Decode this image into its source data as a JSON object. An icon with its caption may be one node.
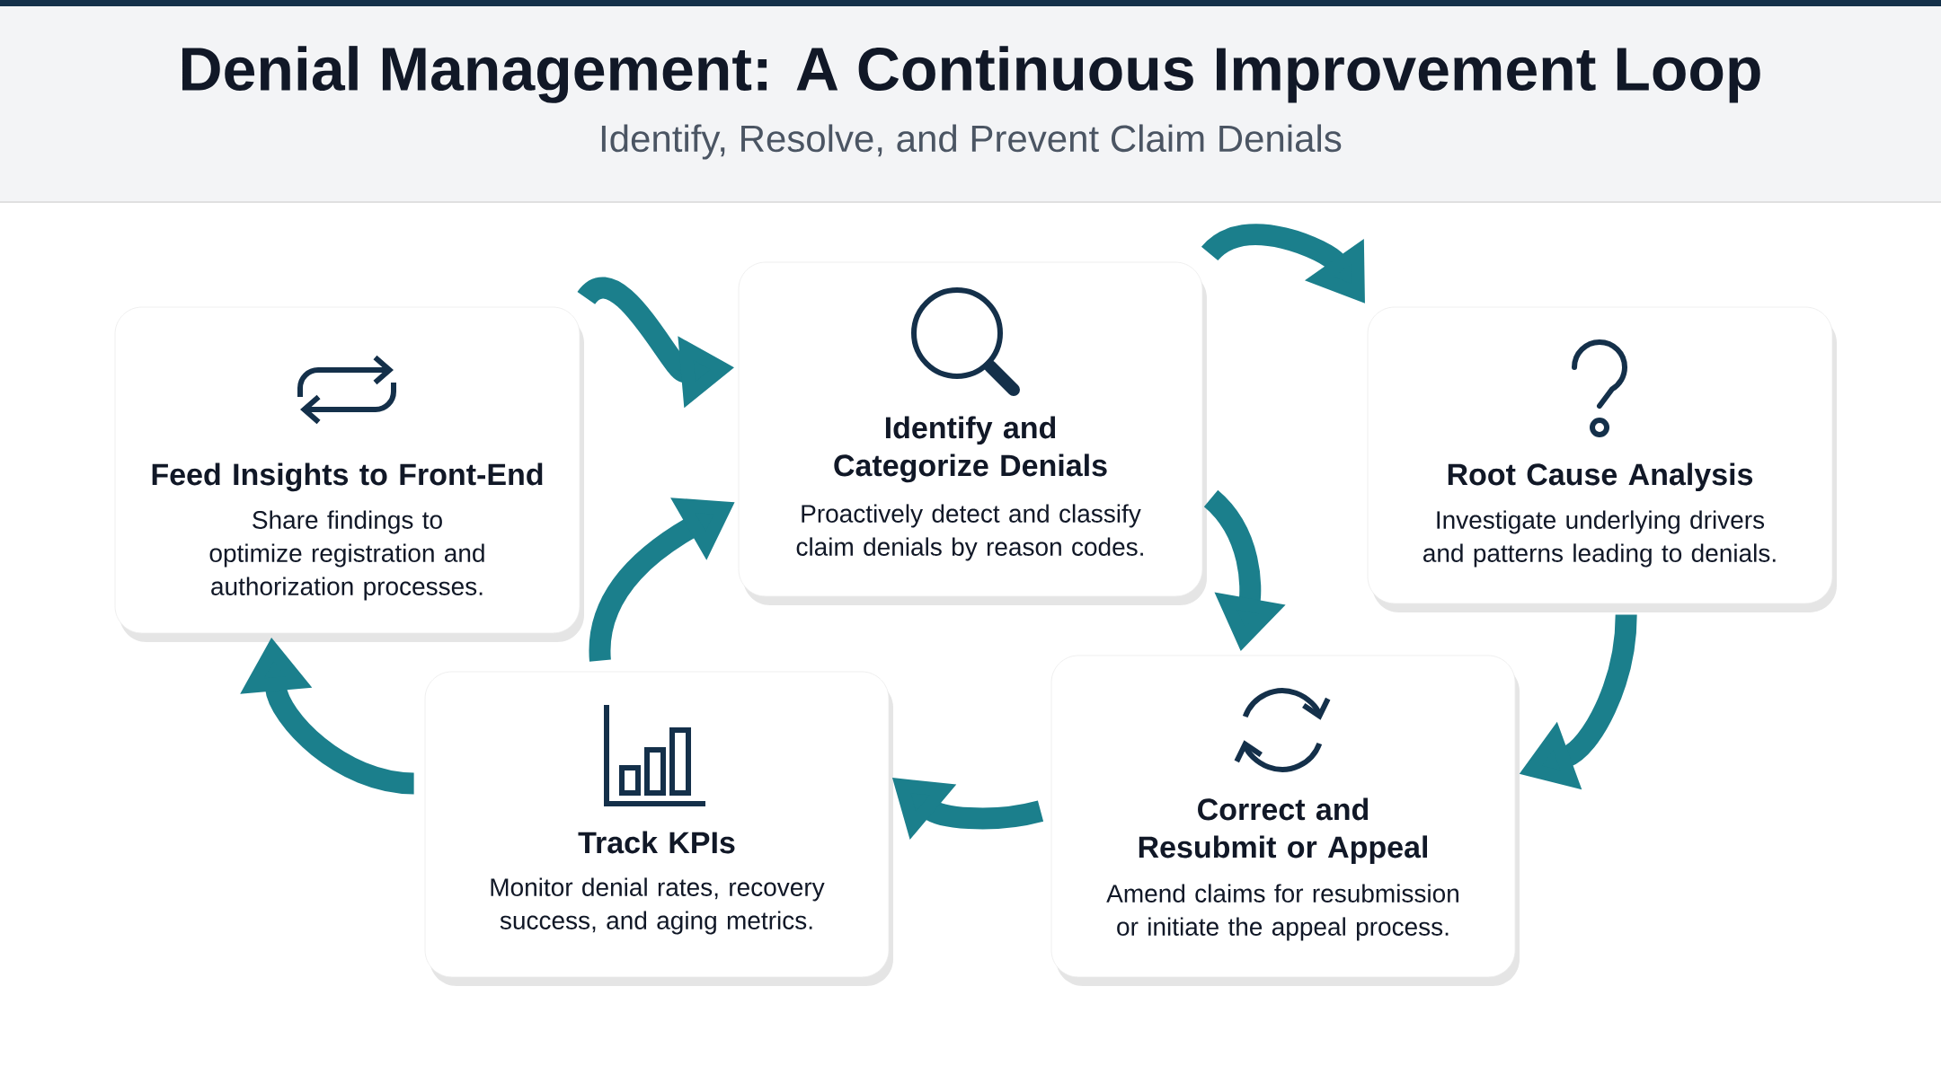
{
  "diagram": {
    "title": "Denial Management: A Continuous Improvement Loop",
    "nodes": [
      {
        "text": [
          "Feed Insights to Front-End",
          "Share findings to optimize registration and authorization processes."
        ]
      },
      {
        "text": [
          "Identify and Categorize Denials",
          "Proactively detect and classify claim denials by reason codes."
        ]
      },
      {
        "text": [
          "Root Cause Analysis",
          "Investigate underlying drivers and patterns leading to denials."
        ]
      },
      {
        "text": [
          "Track KPIs",
          "Monitor denial rates, recovery success, and aging metrics."
        ]
      },
      {
        "text": [
          "Correct and Resubmit or Appeal",
          "Amend claims for resubmission or initiate the appeal process."
        ]
      }
    ],
    "edges": [
      {
        "from": 0,
        "to": 1,
        "arrow": "to"
      },
      {
        "from": 1,
        "to": 2,
        "arrow": "to"
      },
      {
        "from": 1,
        "to": 4,
        "arrow": "to"
      },
      {
        "from": 2,
        "to": 4,
        "arrow": "to"
      },
      {
        "from": 4,
        "to": 3,
        "arrow": "to"
      },
      {
        "from": 3,
        "to": 1,
        "arrow": "to"
      },
      {
        "from": 3,
        "to": 0,
        "arrow": "to"
      }
    ],
    "labels": [
      "Identify, Resolve, and Prevent Claim Denials"
    ]
  }
}
